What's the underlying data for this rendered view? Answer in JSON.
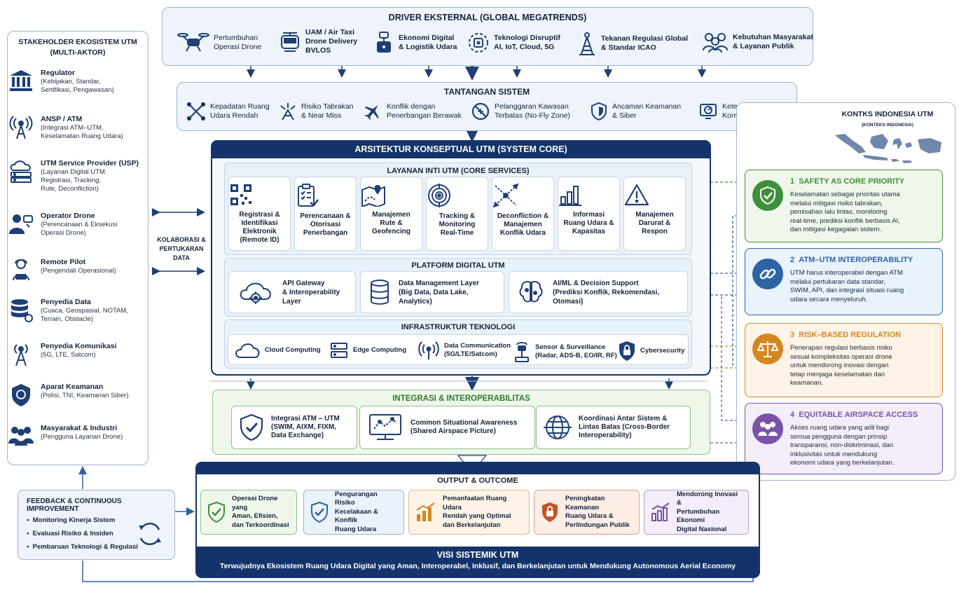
{
  "drivers": {
    "title": "DRIVER EKSTERNAL (GLOBAL MEGATRENDS)",
    "items": [
      {
        "icon": "drone-icon",
        "label": "Pertumbuhan\nOperasi Drone"
      },
      {
        "icon": "air-taxi-icon",
        "label": "UAM / Air Taxi\nDrone Delivery\nBVLOS"
      },
      {
        "icon": "logistics-icon",
        "label": "Ekonomi Digital\n& Logistik Udara"
      },
      {
        "icon": "chip-icon",
        "label": "Teknologi Disruptif\nAI, IoT, Cloud, 5G"
      },
      {
        "icon": "regulation-tower-icon",
        "label": "Tekanan Regulasi Global\n& Standar ICAO"
      },
      {
        "icon": "people-icon",
        "label": "Kebutuhan Masyarakat\n& Layanan Publik"
      }
    ]
  },
  "challenges": {
    "title": "TANTANGAN SISTEM",
    "items": [
      {
        "icon": "crossed-drones-icon",
        "label": "Kepadatan Ruang\nUdara Rendah"
      },
      {
        "icon": "collision-icon",
        "label": "Risiko Tabrakan\n& Near Miss"
      },
      {
        "icon": "aircraft-icon",
        "label": "Konflik dengan\nPenerbangan Berawak"
      },
      {
        "icon": "no-fly-icon",
        "label": "Pelanggaran Kawasan\nTerbatas (No-Fly Zone)"
      },
      {
        "icon": "shield-icon",
        "label": "Ancaman Keamanan\n& Siber"
      },
      {
        "icon": "radar-screen-icon",
        "label": "Keterbatasan ATM\nKonvensional"
      }
    ]
  },
  "stakeholders": {
    "title": "STAKEHOLDER EKOSISTEM UTM",
    "subtitle": "(MULTI-AKTOR)",
    "items": [
      {
        "icon": "regulator-building-icon",
        "name": "Regulator",
        "desc": "(Kebijakan, Standar,\nSertifikasi, Pengawasan)"
      },
      {
        "icon": "antenna-icon",
        "name": "ANSP / ATM",
        "desc": "(Integrasi ATM–UTM,\nKeselamatan Ruang Udara)"
      },
      {
        "icon": "cloud-server-icon",
        "name": "UTM Service Provider (USP)",
        "desc": "(Layanan Digital UTM:\nRegistrasi, Tracking,\nRute, Deconfliction)"
      },
      {
        "icon": "operator-icon",
        "name": "Operator Drone",
        "desc": "(Perencanaan & Eksekusi\nOperasi Drone)"
      },
      {
        "icon": "remote-pilot-icon",
        "name": "Remote Pilot",
        "desc": "(Pengendali Operasional)"
      },
      {
        "icon": "database-icon",
        "name": "Penyedia Data",
        "desc": "(Cuaca, Geospasial, NOTAM,\nTerrain, Obstacle)"
      },
      {
        "icon": "comm-tower-icon",
        "name": "Penyedia Komunikasi",
        "desc": "(5G, LTE, Satcom)"
      },
      {
        "icon": "police-badge-icon",
        "name": "Aparat Keamanan",
        "desc": "(Polisi, TNI, Keamanan Siber)"
      },
      {
        "icon": "community-icon",
        "name": "Masyarakat & Industri",
        "desc": "(Pengguna Layanan Drone)"
      }
    ]
  },
  "collab_label": "KOLABORASI &\nPERTUKARAN DATA",
  "core": {
    "title": "ARSITEKTUR KONSEPTUAL UTM (SYSTEM CORE)",
    "services_title": "LAYANAN INTI UTM (CORE SERVICES)",
    "services": [
      {
        "icon": "qr-code-icon",
        "label": "Registrasi &\nIdentifikasi\nElektronik\n(Remote ID)"
      },
      {
        "icon": "clipboard-icon",
        "label": "Perencanaan &\nOtorisasi\nPenerbangan"
      },
      {
        "icon": "map-route-icon",
        "label": "Manajemen\nRute &\nGeofencing"
      },
      {
        "icon": "target-icon",
        "label": "Tracking &\nMonitoring\nReal-Time"
      },
      {
        "icon": "deconfliction-icon",
        "label": "Deconfliction &\nManajemen\nKonflik Udara"
      },
      {
        "icon": "bar-chart-icon",
        "label": "Informasi\nRuang Udara &\nKapasitas"
      },
      {
        "icon": "warning-icon",
        "label": "Manajemen\nDarurat &\nRespon"
      }
    ],
    "platform_title": "PLATFORM DIGITAL UTM",
    "platform": [
      {
        "icon": "cloud-gear-icon",
        "label": "API Gateway\n& Interoperability\nLayer"
      },
      {
        "icon": "database-stack-icon",
        "label": "Data Management Layer\n(Big Data, Data Lake,\nAnalytics)"
      },
      {
        "icon": "brain-icon",
        "label": "AI/ML & Decision Support\n(Prediksi Konflik, Rekomendasi,\nOtomasi)"
      }
    ],
    "infra_title": "INFRASTRUKTUR TEKNOLOGI",
    "infra": [
      {
        "icon": "cloud-icon",
        "label": "Cloud Computing"
      },
      {
        "icon": "edge-server-icon",
        "label": "Edge Computing"
      },
      {
        "icon": "signal-icon",
        "label": "Data Communication\n(5G/LTE/Satcom)"
      },
      {
        "icon": "sensor-tower-icon",
        "label": "Sensor & Surveillance\n(Radar, ADS-B, EO/IR, RF)"
      },
      {
        "icon": "lock-icon",
        "label": "Cybersecurity"
      }
    ]
  },
  "integration": {
    "title": "INTEGRASI & INTEROPERABILITAS",
    "items": [
      {
        "icon": "shield-check-icon",
        "label": "Integrasi ATM – UTM\n(SWIM, AIXM, FIXM,\nData Exchange)"
      },
      {
        "icon": "monitor-map-icon",
        "label": "Common Situational Awareness\n(Shared Airspace Picture)"
      },
      {
        "icon": "globe-icon",
        "label": "Koordinasi Antar Sistem &\nLintas Batas (Cross-Border\nInteroperability)"
      }
    ]
  },
  "indonesia": {
    "title": "KONTKS INDONESIA UTM",
    "subtitle": "(KONTEKS INDONESIA)"
  },
  "principles": [
    {
      "num": "1",
      "title": "SAFETY AS CORE PRIORITY",
      "icon": "safety-shield-icon",
      "color": "#3f8f3a",
      "bg": "#eef7ea",
      "text": "Keselamatan sebagai prioritas utama\nmelalui mitigasi risiko tabrakan,\npemisahan lalu lintas, monitoring\nreal-time, prediksi konflik berbasis AI,\ndan mitigasi kegagalan sistem."
    },
    {
      "num": "2",
      "title": "ATM–UTM INTEROPERABILITY",
      "icon": "chain-link-icon",
      "color": "#2e64a6",
      "bg": "#eaf2fb",
      "text": "UTM harus interoperabel dengan ATM\nmelalui pertukaran data standar,\nSWIM, API, dan integrasi situasi ruang\nudara secara menyeluruh."
    },
    {
      "num": "3",
      "title": "RISK–BASED REGULATION",
      "icon": "scales-icon",
      "color": "#d6861e",
      "bg": "#fdf3e6",
      "text": "Penerapan regulasi berbasis risiko\nsesuai kompleksitas operasi drone\nuntuk mendorong inovasi dengan\ntetap menjaga keselamatan dan\nkeamanan."
    },
    {
      "num": "4",
      "title": "EQUITABLE AIRSPACE ACCESS",
      "icon": "group-icon",
      "color": "#7a52a8",
      "bg": "#f3eefa",
      "text": "Akses ruang udara yang adil bagi\nsemua pengguna dengan prinsip\ntransparansi, non-diskriminasi, dan\ninklusivitas untuk mendukung\nekonomi udara yang berkelanjutan."
    }
  ],
  "output": {
    "title": "OUTPUT & OUTCOME",
    "items": [
      {
        "icon": "check-shield-icon",
        "label": "Operasi Drone yang\nAman, Efisien,\ndan Terkoordinasi",
        "color": "#3f8f3a",
        "bg": "#eef7ea"
      },
      {
        "icon": "check-shield-icon",
        "label": "Pengurangan Risiko\nKecelakaan & Konflik\nRuang Udara",
        "color": "#2e64a6",
        "bg": "#eaf2fb"
      },
      {
        "icon": "growth-chart-icon",
        "label": "Pemanfaatan Ruang Udara\nRendah yang Optimal\ndan Berkelanjutan",
        "color": "#d6861e",
        "bg": "#fdf3e6"
      },
      {
        "icon": "padlock-shield-icon",
        "label": "Peningkatan Keamanan\nRuang Udara &\nPerlindungan Publik",
        "color": "#c0542e",
        "bg": "#fcede6"
      },
      {
        "icon": "trend-chart-icon",
        "label": "Mendorong Inovasi &\nPertumbuhan Ekonomi\nDigital Nasional",
        "color": "#7a52a8",
        "bg": "#f3eefa"
      }
    ]
  },
  "feedback": {
    "title": "FEEDBACK & CONTINUOUS IMPROVEMENT",
    "items": [
      "Monitoring Kinerja Sistem",
      "Evaluasi Risiko & Insiden",
      "Pembaruan Teknologi & Regulasi"
    ]
  },
  "vision": {
    "title": "VISI SISTEMIK UTM",
    "text": "Terwujudnya Ekosistem Ruang Udara Digital yang Aman, Interoperabel, Inklusif, dan Berkelanjutan untuk Mendukung Autonomous Aerial Economy"
  },
  "colors": {
    "navy": "#14336a",
    "panel": "#eef4fa",
    "border": "#9fb4cf",
    "green": "#3f8f3a"
  }
}
